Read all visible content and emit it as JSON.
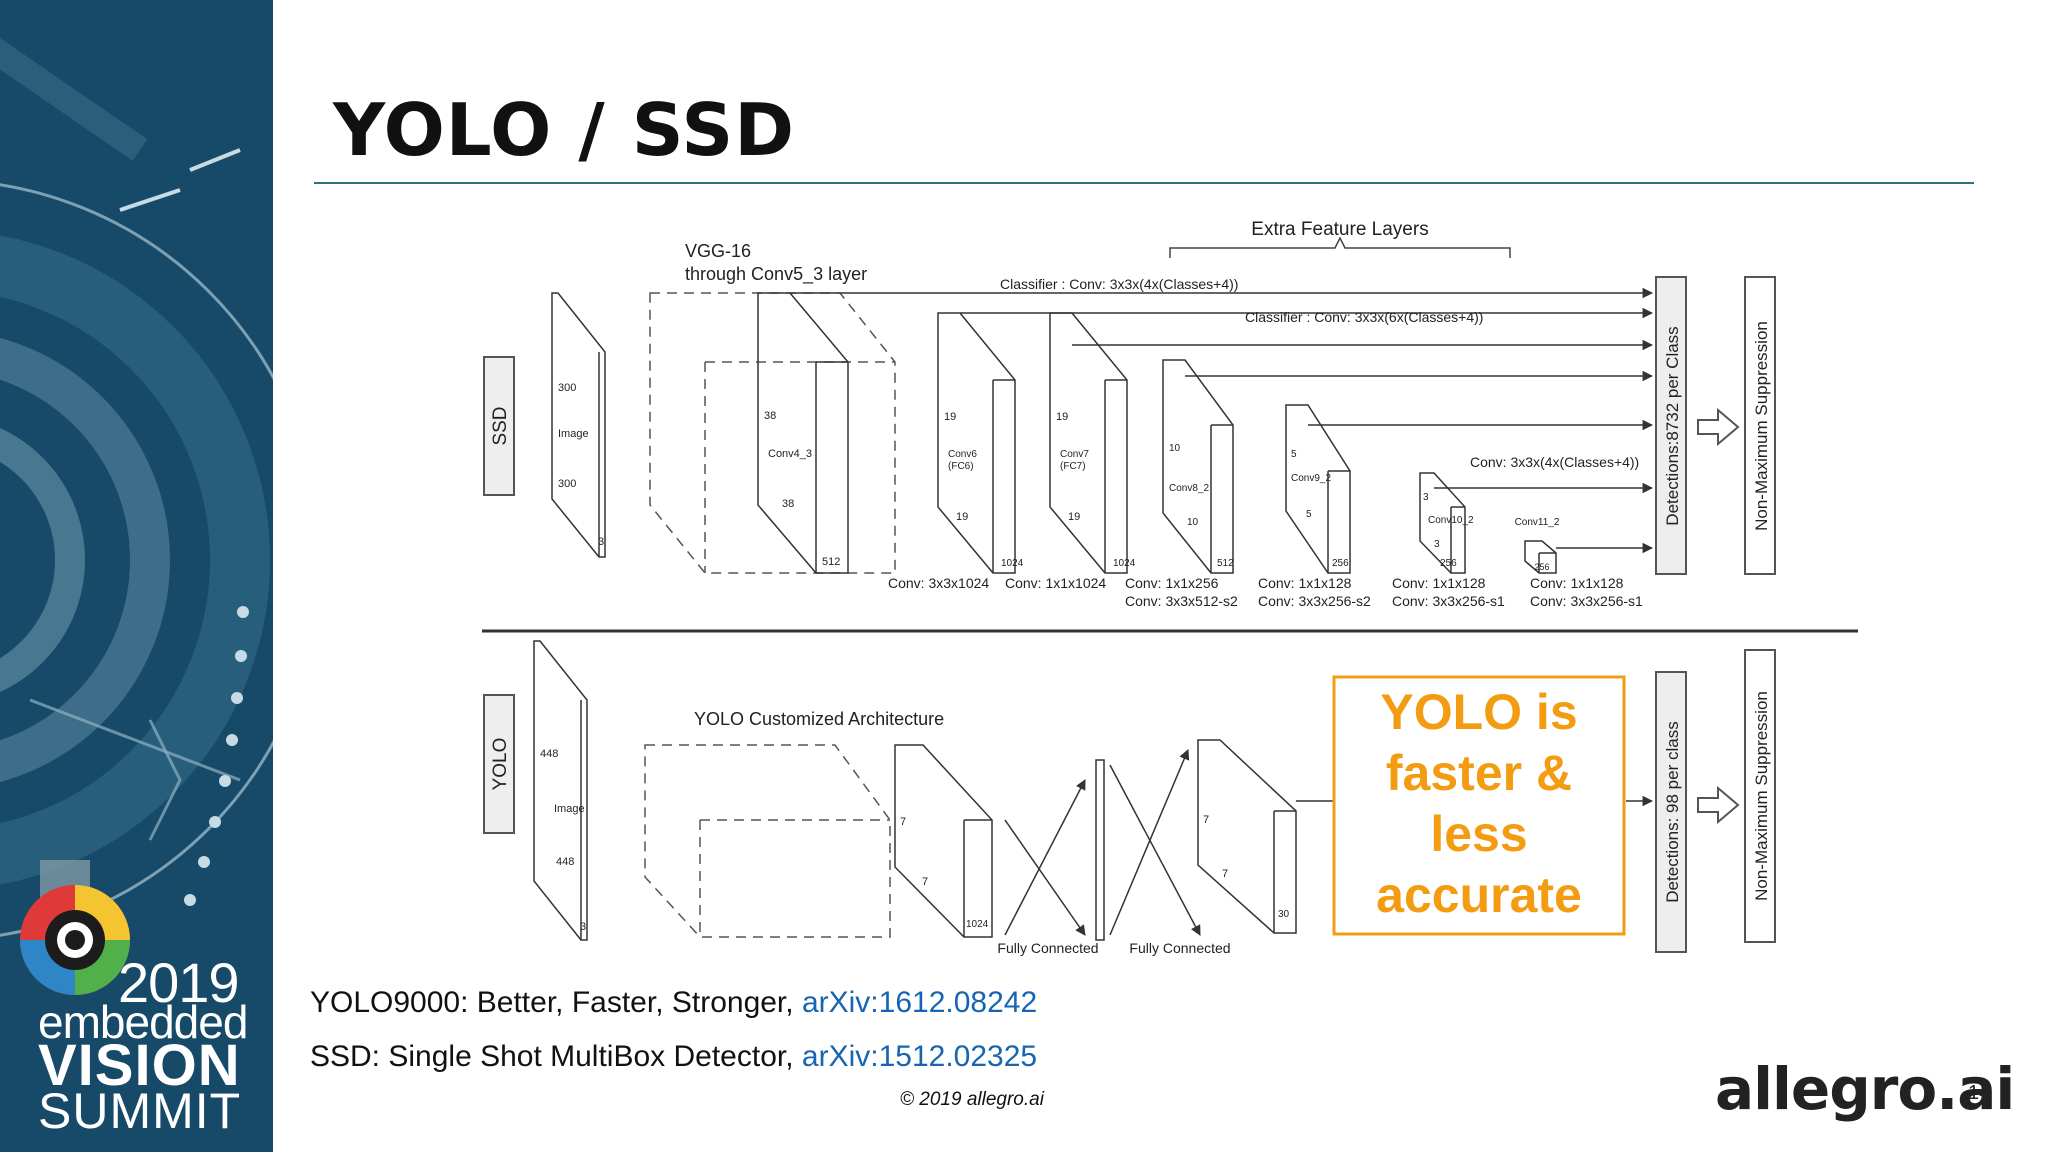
{
  "slide": {
    "title": "YOLO / SSD",
    "page_number": "14",
    "copyright": "© 2019 allegro.ai",
    "brand": "allegro.ai"
  },
  "sidebar_logo": {
    "year": "2019",
    "line1": "embedded",
    "line2": "VISION",
    "line3": "SUMMIT"
  },
  "references": [
    {
      "text": "YOLO9000: Better, Faster, Stronger, ",
      "link": "arXiv:1612.08242"
    },
    {
      "text": "SSD: Single Shot MultiBox Detector, ",
      "link": "arXiv:1512.02325"
    }
  ],
  "ssd": {
    "label": "SSD",
    "extra_feature_layers": "Extra Feature Layers",
    "vgg_label_1": "VGG-16",
    "vgg_label_2": "through Conv5_3 layer",
    "classifier_1": "Classifier : Conv: 3x3x(4x(Classes+4))",
    "classifier_2": "Classifier : Conv: 3x3x(6x(Classes+4))",
    "classifier_3": "Conv: 3x3x(4x(Classes+4))",
    "image": {
      "w": "300",
      "h": "300",
      "d": "3",
      "name": "Image"
    },
    "conv4_3": {
      "w": "38",
      "h": "38",
      "d": "512",
      "name": "Conv4_3"
    },
    "conv6": {
      "w": "19",
      "h": "19",
      "d": "1024",
      "name1": "Conv6",
      "name2": "(FC6)"
    },
    "conv7": {
      "w": "19",
      "h": "19",
      "d": "1024",
      "name1": "Conv7",
      "name2": "(FC7)"
    },
    "conv8_2": {
      "w": "10",
      "h": "10",
      "d": "512",
      "name": "Conv8_2"
    },
    "conv9_2": {
      "w": "5",
      "h": "5",
      "d": "256",
      "name": "Conv9_2"
    },
    "conv10_2": {
      "w": "3",
      "h": "3",
      "d": "256",
      "name": "Conv10_2"
    },
    "conv11_2": {
      "d": "256",
      "name": "Conv11_2"
    },
    "ops": [
      "Conv: 3x3x1024",
      "Conv: 1x1x1024",
      "Conv: 1x1x256",
      "Conv: 3x3x512-s2",
      "Conv: 1x1x128",
      "Conv: 3x3x256-s2",
      "Conv: 1x1x128",
      "Conv: 3x3x256-s1",
      "Conv: 1x1x128",
      "Conv: 3x3x256-s1"
    ],
    "detections": "Detections:8732 per Class",
    "nms": "Non-Maximum Suppression"
  },
  "yolo": {
    "label": "YOLO",
    "custom_arch": "YOLO Customized Architecture",
    "image": {
      "w": "448",
      "h": "448",
      "d": "3",
      "name": "Image"
    },
    "block1": {
      "w": "7",
      "h": "7",
      "d": "1024"
    },
    "block2": {
      "w": "7",
      "h": "7",
      "d": "30"
    },
    "fc1": "Fully Connected",
    "fc2": "Fully Connected",
    "detections": "Detections: 98 per class",
    "nms": "Non-Maximum Suppression",
    "callout": [
      "YOLO is",
      "faster &",
      "less",
      "accurate"
    ],
    "callout_color": "#f39c12"
  }
}
